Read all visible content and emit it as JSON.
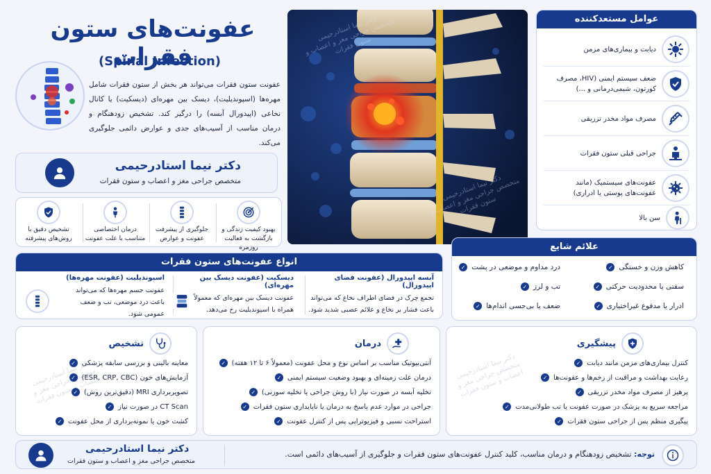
{
  "header": {
    "title": "عفونت‌های ستون فقرات",
    "subtitle": "(Spinal Infection)",
    "intro": "عفونت ستون فقرات می‌تواند هر بخش از ستون فقرات شامل مهره‌ها (اسپوندیلیت)، دیسک بین مهره‌ای (دیسکیت) یا کانال نخاعی (اپیدورال آبسه) را درگیر کند. تشخیص زودهنگام و درمان مناسب از آسیب‌های جدی و عوارض دائمی جلوگیری می‌کند."
  },
  "doctor": {
    "name": "دکتر نیما استادرحیمی",
    "role": "متخصص جراحی مغز و اعصاب و ستون فقرات"
  },
  "benefits": [
    {
      "label": "تشخیص دقیق با روش‌های پیشرفته",
      "icon": "shield-check-icon"
    },
    {
      "label": "درمان اختصاصی متناسب با علت عفونت",
      "icon": "person-icon"
    },
    {
      "label": "جلوگیری از پیشرفت عفونت و عوارض",
      "icon": "spine-icon"
    },
    {
      "label": "بهبود کیفیت زندگی و بازگشت به فعالیت روزمره",
      "icon": "target-icon"
    }
  ],
  "watermark": {
    "line1": "دکتر نیما استادرحیمی",
    "line2": "متخصص جراحی مغز و اعصاب و ستون فقرات"
  },
  "risk_factors": {
    "title": "عوامل مستعدکننده",
    "items": [
      {
        "text": "دیابت و بیماری‌های مزمن",
        "icon": "virus-icon"
      },
      {
        "text": "ضعف سیستم ایمنی (HIV، مصرف کورتون، شیمی‌درمانی و ...)",
        "icon": "shield-check-icon"
      },
      {
        "text": "مصرف مواد مخدر تزریقی",
        "icon": "syringe-icon"
      },
      {
        "text": "جراحی قبلی ستون فقرات",
        "icon": "surgery-icon"
      },
      {
        "text": "عفونت‌های سیستمیک (مانند عفونت‌های پوستی یا ادراری)",
        "icon": "bacteria-icon"
      },
      {
        "text": "سن بالا",
        "icon": "elderly-icon"
      }
    ]
  },
  "symptoms": {
    "title": "علائم شایع",
    "items": [
      "کاهش وزن و خستگی",
      "درد مداوم و موضعی در پشت",
      "سفتی یا محدودیت حرکتی",
      "تب و لرز",
      "ادرار یا مدفوع غیراختیاری",
      "ضعف یا بی‌حسی اندام‌ها"
    ]
  },
  "types": {
    "title": "انواع عفونت‌های ستون فقرات",
    "items": [
      {
        "name": "آبسه اپیدورال (عفونت فضای اپیدورال)",
        "desc": "تجمع چرک در فضای اطراف نخاع که می‌تواند باعث فشار بر نخاع و علائم عصبی شدید شود."
      },
      {
        "name": "دیسکیت (عفونت دیسک بین مهره‌ای)",
        "desc": "عفونت دیسک بین مهره‌ای که معمولاً همراه با اسپوندیلیت رخ می‌دهد."
      },
      {
        "name": "اسپوندیلیت (عفونت مهره‌ها)",
        "desc": "عفونت جسم مهره‌ها که می‌تواند باعث درد موضعی، تب و ضعف عمومی شود."
      }
    ]
  },
  "diagnosis": {
    "title": "تشخیص",
    "items": [
      "معاینه بالینی و بررسی سابقه پزشکی",
      "آزمایش‌های خون (ESR, CRP, CBC)",
      "تصویربرداری MRI (دقیق‌ترین روش)",
      "CT Scan در صورت نیاز",
      "کشت خون یا نمونه‌برداری از محل عفونت"
    ]
  },
  "treatment": {
    "title": "درمان",
    "items": [
      "آنتی‌بیوتیک مناسب بر اساس نوع و محل عفونت (معمولاً ۶ تا ۱۲ هفته)",
      "درمان علت زمینه‌ای و بهبود وضعیت سیستم ایمنی",
      "تخلیه آبسه در صورت نیاز (با روش جراحی یا تخلیه سوزنی)",
      "جراحی در موارد عدم پاسخ به درمان یا ناپایداری ستون فقرات",
      "استراحت نسبی و فیزیوتراپی پس از کنترل عفونت"
    ]
  },
  "prevention": {
    "title": "پیشگیری",
    "items": [
      "کنترل بیماری‌های مزمن مانند دیابت",
      "رعایت بهداشت و مراقبت از زخم‌ها و عفونت‌ها",
      "پرهیز از مصرف مواد مخدر تزریقی",
      "مراجعه سریع به پزشک در صورت عفونت یا تب طولانی‌مدت",
      "پیگیری منظم پس از جراحی ستون فقرات"
    ]
  },
  "footer": {
    "doctor_name": "دکتر نیما استادرحیمی",
    "doctor_role": "متخصص جراحی مغز و اعصاب و ستون فقرات",
    "note_label": "توجه:",
    "note_text": "تشخیص زودهنگام و درمان مناسب، کلید کنترل عفونت‌های ستون فقرات و جلوگیری از آسیب‌های دائمی است."
  },
  "colors": {
    "primary": "#173a8f",
    "accent_red": "#d9302a",
    "background": "#f3f5fb"
  }
}
